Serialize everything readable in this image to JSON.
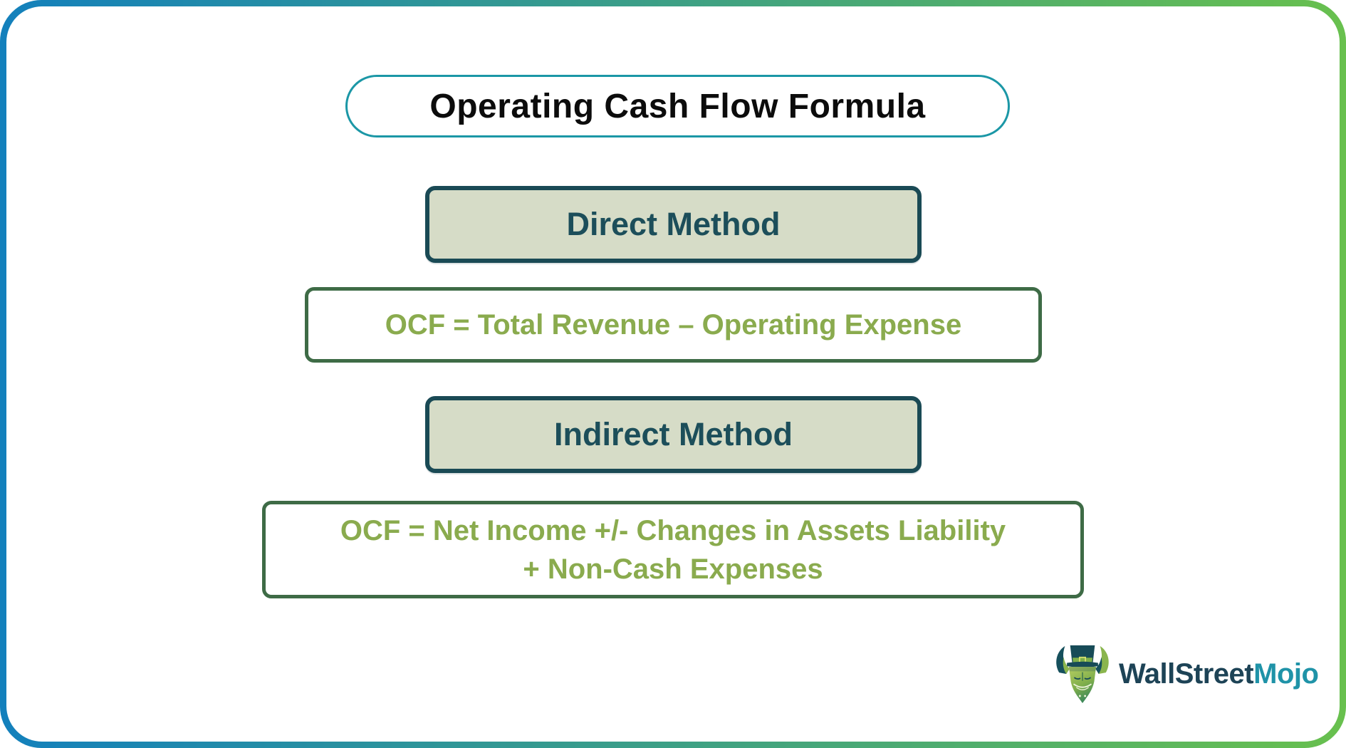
{
  "page": {
    "title_label": "Operating Cash Flow Formula"
  },
  "methods": [
    {
      "label": "Direct Method",
      "formula_lines": [
        "OCF = Total Revenue – Operating Expense"
      ]
    },
    {
      "label": "Indirect Method",
      "formula_lines": [
        "OCF = Net Income +/- Changes in Assets Liability",
        "+ Non-Cash Expenses"
      ]
    }
  ],
  "brand": {
    "name_part1": "WallStreet",
    "name_part2": "Mojo",
    "logo_icon": "bull-with-top-hat-icon"
  },
  "colors": {
    "frame_gradient_left": "#1380bc",
    "frame_gradient_right": "#68c04e",
    "title_border": "#1b97a6",
    "method_box_bg": "#d6dcc7",
    "method_box_border": "#1a4a55",
    "method_text": "#1c4e5a",
    "formula_box_border": "#3e6b46",
    "formula_text": "#8aab4e",
    "brand_dark": "#1d4356",
    "brand_teal": "#1f93a8"
  }
}
